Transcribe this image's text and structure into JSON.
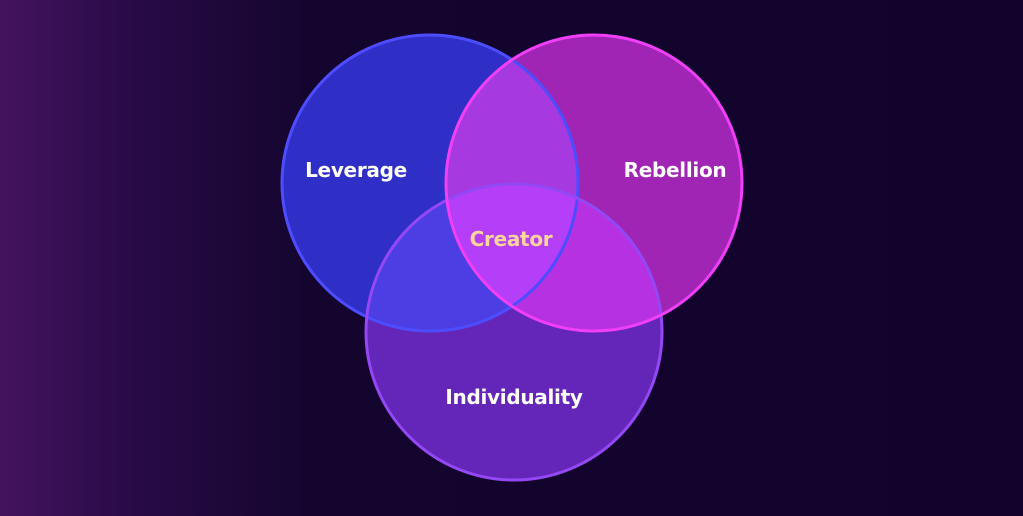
{
  "diagram": {
    "type": "venn",
    "sets": [
      {
        "id": "leverage",
        "label": "Leverage",
        "fill": "#2f2ec6",
        "stroke": "#4d4dff"
      },
      {
        "id": "rebellion",
        "label": "Rebellion",
        "fill": "#a025b5",
        "stroke": "#f03ff7"
      },
      {
        "id": "individuality",
        "label": "Individuality",
        "fill": "#6326b8",
        "stroke": "#9347f5"
      }
    ],
    "intersection": {
      "label": "Creator",
      "color": "#ffd59a"
    },
    "overlap_colors": {
      "leverage_rebellion": "#a63ae0",
      "leverage_individuality": "#4d3ee3",
      "rebellion_individuality": "#b631e1",
      "all": "#b53ef8"
    },
    "label_color": "#ffffff",
    "background": "#11032b"
  }
}
